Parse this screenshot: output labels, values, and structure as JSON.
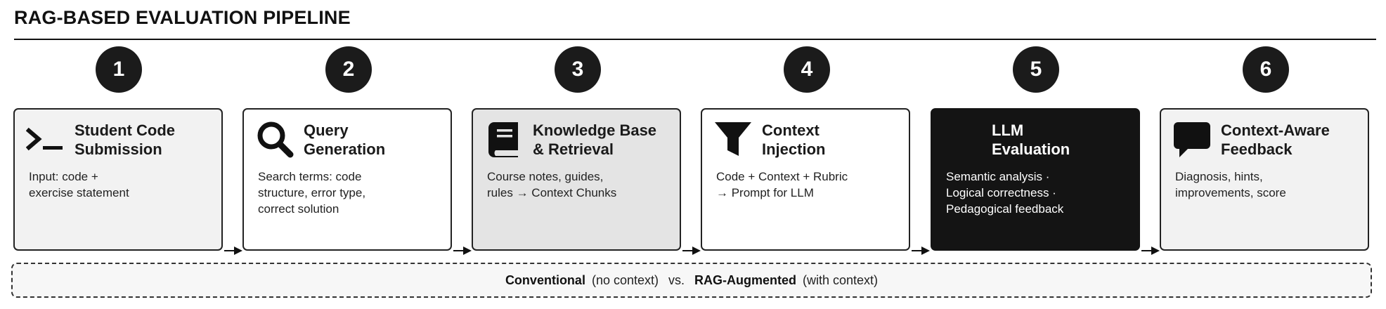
{
  "title": "RAG-BASED EVALUATION PIPELINE",
  "steps": [
    {
      "number": "1",
      "title": "Student Code\nSubmission",
      "desc": "Input: code +\nexercise statement",
      "icon": "terminal-prompt-icon"
    },
    {
      "number": "2",
      "title": "Query\nGeneration",
      "desc": "Search terms: code\nstructure, error type,\ncorrect solution",
      "icon": "magnifier-icon"
    },
    {
      "number": "3",
      "title": "Knowledge Base\n& Retrieval",
      "desc": "Course notes, guides,\nrules → Context Chunks",
      "icon": "book-icon"
    },
    {
      "number": "4",
      "title": "Context\nInjection",
      "desc": "Code + Context + Rubric\n→ Prompt for LLM",
      "icon": "funnel-icon"
    },
    {
      "number": "5",
      "title": "LLM\nEvaluation",
      "desc": "Semantic analysis ·\nLogical correctness ·\nPedagogical feedback",
      "icon": ""
    },
    {
      "number": "6",
      "title": "Context-Aware\nFeedback",
      "desc": "Diagnosis, hints,\nimprovements, score",
      "icon": "speech-bubble-icon"
    }
  ],
  "comparison": {
    "conventional_label": "Conventional",
    "conventional_note": "(no context)",
    "vs": "vs.",
    "rag_label": "RAG-Augmented",
    "rag_note": "(with context)"
  },
  "colors": {
    "dark": "#141414",
    "light_card": "#f2f2f2",
    "retrieval_card": "#e4e4e4"
  }
}
